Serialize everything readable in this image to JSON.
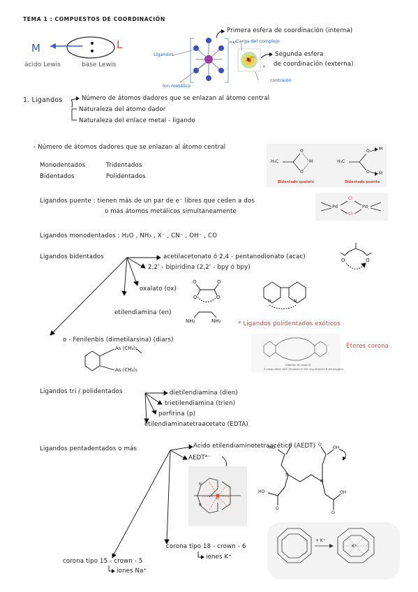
{
  "title": "TEMA 1 :  COMPUESTOS  DE  COORDINACIÓN",
  "lewis": {
    "M": "M",
    "L": "L",
    "acid_label": "ácido Lewis",
    "base_label": "base Lewis",
    "colors": {
      "M": "#2b63c9",
      "L": "#e5483a"
    }
  },
  "complex_diagram": {
    "ligandos": "Ligandos",
    "ion_metalico": "Ion metálico",
    "carga": "Carga del complejo",
    "charge_sign": "n+/-",
    "n": "n",
    "core": "X",
    "core_sup": "n+/-",
    "contraion": "contraión",
    "primera": "Primera esfera  de  coordinación (interna)",
    "segunda_1": "Segunda esfera",
    "segunda_2": "de  coordinación  (externa)"
  },
  "section1": {
    "heading": "1.  Ligandos",
    "items": [
      "Número de átomos dadores que se enlazan al átomo central",
      "Naturaleza del átomo dador",
      "Naturaleza del enlace   metal - ligando"
    ]
  },
  "dadores": {
    "heading": "- Número de átomos dadores que se enlazan al átomo central",
    "col1": [
      "Monodentados",
      "Bidentados"
    ],
    "col2": [
      "Tridentados",
      "Polidentados"
    ],
    "img_quelato": "Bidentado quelato",
    "img_puente": "Bidentado puente",
    "struct": {
      "ch3": "H₃C",
      "c": "C",
      "o": "O",
      "m": "M"
    }
  },
  "puente": {
    "line1": "Ligandos puente : tienen más de un par de  e⁻  libres que ceden a dos",
    "line2": "o más átomos metálicos simultaneamente",
    "pd": "Pd",
    "cl": "Cl"
  },
  "mono": {
    "text": "Ligandos monodentados :  H₂O ,  NH₃ ,  X⁻ ,  CN⁻ ,  OH⁻ ,  CO"
  },
  "bidentados": {
    "heading": "Ligandos bidentados",
    "acac": "acetilacetonato  ó  2,4 - pentanodionato (acac)",
    "bpy": "2,2' - bipiridina  (2,2' - bpy  ó  bpy)",
    "ox": "oxalato (ox)",
    "en": "etilendiamina (en)",
    "nh2": "NH₂",
    "n": "N",
    "o": "O",
    "diars": "o - Fenilenbis (dimetilarsina) (diars)",
    "as1": "As (CH₃)₂",
    "as2": "As (CH₃)₂",
    "exoticos": "* Ligandos polidentados exóticos",
    "eteres": "Éteres corona",
    "caption1": "Dibenzo-18-crown-6",
    "caption2": "A crown ether with 18 atoms in the ring of which 6 are oxygens"
  },
  "tripoli": {
    "heading": "Ligandos tri / polidentados",
    "items": [
      "dietilendiamina (dien)",
      "trietilendiamina (trien)",
      "porfirina (p)",
      "etilendiaminatetraacetato (EDTA)"
    ]
  },
  "penta": {
    "heading": "Ligandos pentadentados o más",
    "aedt": "Ácido etilendiaminotetraacético (AEDT)",
    "aedt4": "AEDT⁴⁻",
    "corona18": "corona tipo 18 - crown - 6",
    "k": "iones K⁺",
    "corona15": "corona tipo 15 - crown - 5",
    "na": "iones Na⁺",
    "plus_k": "+ K⁺",
    "ho": "HO",
    "oh": "OH",
    "o": "O",
    "n": "N",
    "m": "M",
    "k_center": "K⁺"
  }
}
